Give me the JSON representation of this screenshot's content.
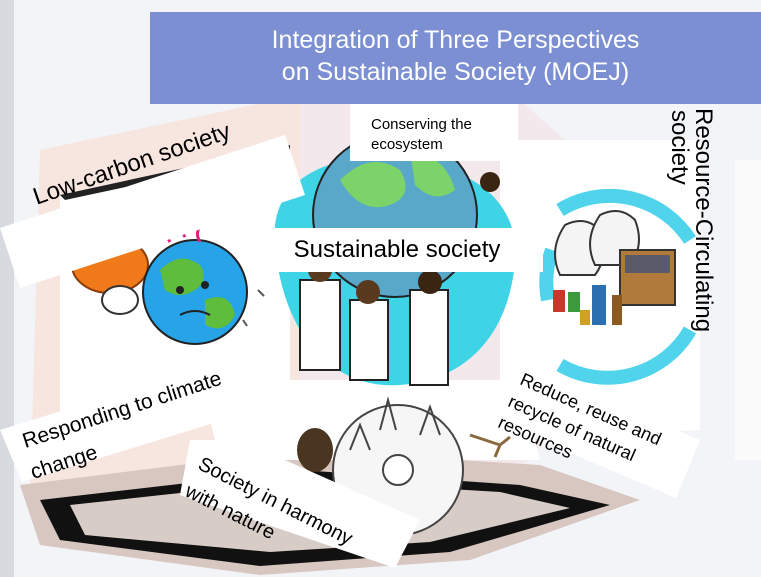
{
  "title": {
    "line1": "Integration of Three Perspectives",
    "line2": "on Sustainable Society (MOEJ)"
  },
  "center": {
    "label": "Sustainable society"
  },
  "labels": {
    "low_carbon": "Low-carbon society",
    "ecosystem_line1": "Conserving the",
    "ecosystem_line2": "ecosystem",
    "resource_line1": "Resource-Circulating",
    "resource_line2": "society",
    "climate_line1": "Responding to climate",
    "climate_line2": "change",
    "harmony_line1": "Society in harmony",
    "harmony_line2": "with nature",
    "reduce_line1": "Reduce, reuse and",
    "reduce_line2": "recycle of natural",
    "reduce_line3": "resources"
  },
  "colors": {
    "banner": "#7b8fd2",
    "globe_cyan": "#3fd3e6",
    "arrow_cyan": "#4fd4ec"
  }
}
